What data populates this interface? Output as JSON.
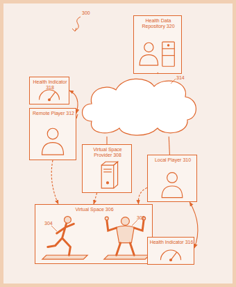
{
  "diagram": {
    "nodes": [
      {
        "text": [
          "Health Data Repository 320"
        ]
      },
      {
        "text": [
          "Health Indicator 318"
        ]
      },
      {
        "text": [
          "314"
        ]
      },
      {
        "text": [
          "Remote Player 312"
        ]
      },
      {
        "text": [
          "Virtual Space Provider 308"
        ]
      },
      {
        "text": [
          "Local Player 310"
        ]
      },
      {
        "text": [
          "Virtual Space 306"
        ]
      },
      {
        "text": [
          "Health Indicator 316"
        ]
      }
    ],
    "edges": [
      {
        "from": 0,
        "to": 2,
        "arrow": "none"
      },
      {
        "from": 3,
        "to": 2,
        "arrow": "none"
      },
      {
        "from": 4,
        "to": 2,
        "arrow": "none"
      },
      {
        "from": 5,
        "to": 2,
        "arrow": "none"
      },
      {
        "from": 1,
        "to": 3,
        "arrow": "both"
      },
      {
        "from": 7,
        "to": 5,
        "arrow": "both"
      },
      {
        "from": 3,
        "to": 6,
        "arrow": "to"
      },
      {
        "from": 4,
        "to": 6,
        "arrow": "to"
      },
      {
        "from": 5,
        "to": 6,
        "arrow": "to"
      }
    ],
    "labels": [
      "300",
      "304",
      "302"
    ]
  }
}
